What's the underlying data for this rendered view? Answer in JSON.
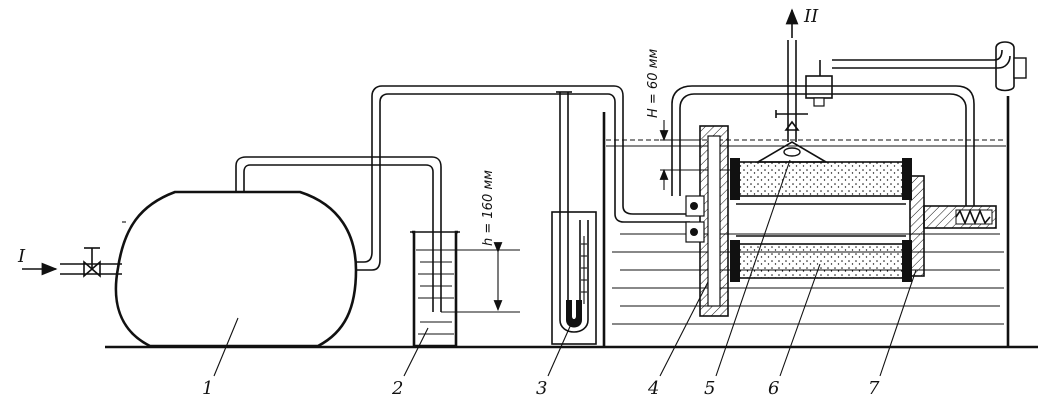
{
  "labels": {
    "inlet": "I",
    "outlet": "II",
    "h_dim": "h = 160 мм",
    "H_dim": "H = 60 мм",
    "part_numbers": [
      "1",
      "2",
      "3",
      "4",
      "5",
      "6",
      "7"
    ]
  }
}
